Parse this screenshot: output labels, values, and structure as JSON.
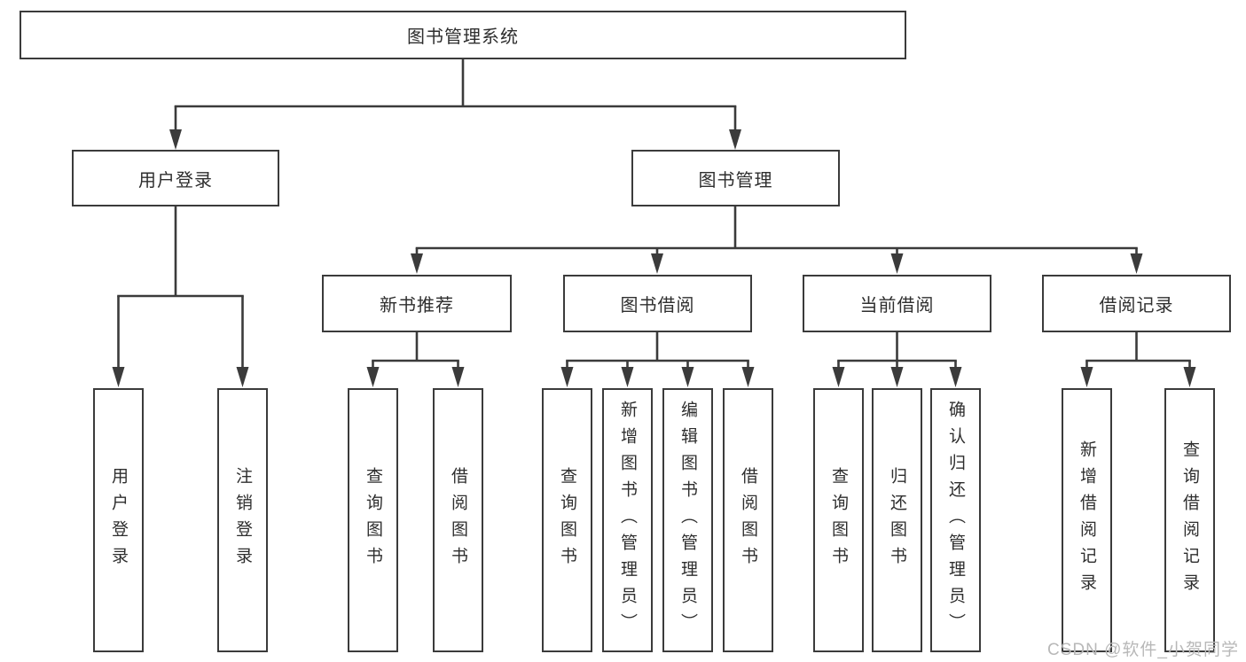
{
  "tree": {
    "label": "图书管理系统",
    "children": [
      {
        "label": "用户登录",
        "children": [
          {
            "label": "用户登录"
          },
          {
            "label": "注销登录"
          }
        ]
      },
      {
        "label": "图书管理",
        "children": [
          {
            "label": "新书推荐",
            "children": [
              {
                "label": "查询图书"
              },
              {
                "label": "借阅图书"
              }
            ]
          },
          {
            "label": "图书借阅",
            "children": [
              {
                "label": "查询图书"
              },
              {
                "label": "新增图书（管理员）"
              },
              {
                "label": "编辑图书（管理员）"
              },
              {
                "label": "借阅图书"
              }
            ]
          },
          {
            "label": "当前借阅",
            "children": [
              {
                "label": "查询图书"
              },
              {
                "label": "归还图书"
              },
              {
                "label": "确认归还（管理员）"
              }
            ]
          },
          {
            "label": "借阅记录",
            "children": [
              {
                "label": "新增借阅记录"
              },
              {
                "label": "查询借阅记录"
              }
            ]
          }
        ]
      }
    ]
  },
  "watermark": {
    "text": "CSDN @软件_小贺同学"
  },
  "colors": {
    "line": "#3b3b3b",
    "text": "#2e2e2e",
    "watermark": "#b8b8b8",
    "background": "#ffffff"
  }
}
